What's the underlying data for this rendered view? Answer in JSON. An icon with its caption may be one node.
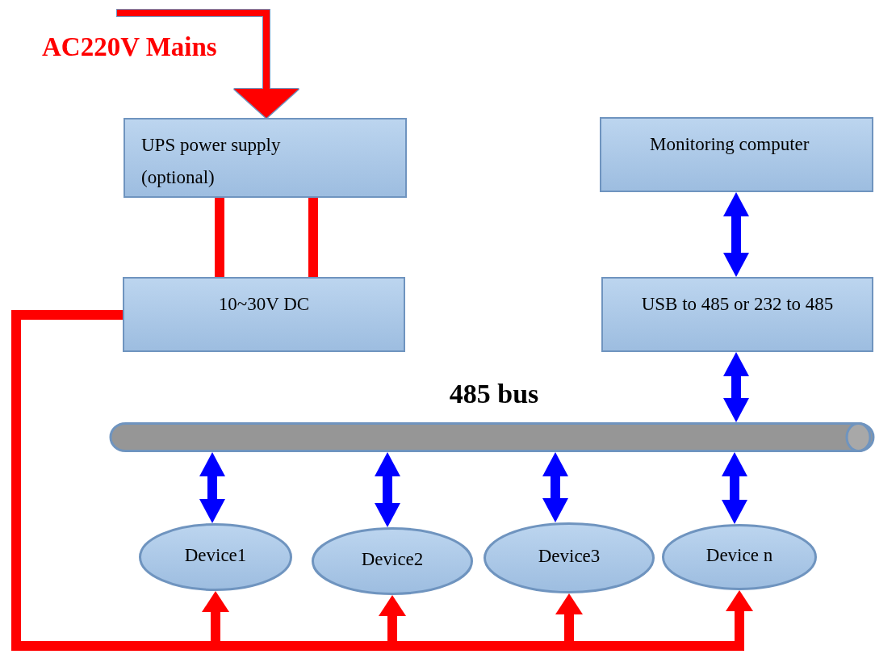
{
  "diagram": {
    "nodes": [
      {
        "text": [
          "UPS power supply (optional)"
        ]
      },
      {
        "text": [
          "Monitoring computer"
        ]
      },
      {
        "text": [
          "10~30V DC"
        ]
      },
      {
        "text": [
          "USB to 485 or 232 to 485"
        ]
      },
      {
        "text": [
          "485 bus"
        ]
      },
      {
        "text": [
          "Device1"
        ]
      },
      {
        "text": [
          "Device2"
        ]
      },
      {
        "text": [
          "Device3"
        ]
      },
      {
        "text": [
          "Device n"
        ]
      }
    ],
    "edges": [
      {
        "from": null,
        "to": 0,
        "arrow": "to",
        "label": "AC220V Mains",
        "color": "#ff0000"
      },
      {
        "from": 0,
        "to": 2,
        "arrow": "none",
        "color": "#ff0000"
      },
      {
        "from": 0,
        "to": 2,
        "arrow": "none",
        "color": "#ff0000"
      },
      {
        "from": 1,
        "to": 3,
        "arrow": "both",
        "color": "#0000ff"
      },
      {
        "from": 3,
        "to": 4,
        "arrow": "both",
        "color": "#0000ff"
      },
      {
        "from": 4,
        "to": 5,
        "arrow": "both",
        "color": "#0000ff"
      },
      {
        "from": 4,
        "to": 6,
        "arrow": "both",
        "color": "#0000ff"
      },
      {
        "from": 4,
        "to": 7,
        "arrow": "both",
        "color": "#0000ff"
      },
      {
        "from": 4,
        "to": 8,
        "arrow": "both",
        "color": "#0000ff"
      },
      {
        "from": 2,
        "to": 5,
        "arrow": "to",
        "color": "#ff0000"
      },
      {
        "from": 2,
        "to": 6,
        "arrow": "to",
        "color": "#ff0000"
      },
      {
        "from": 2,
        "to": 7,
        "arrow": "to",
        "color": "#ff0000"
      },
      {
        "from": 2,
        "to": 8,
        "arrow": "to",
        "color": "#ff0000"
      }
    ]
  }
}
